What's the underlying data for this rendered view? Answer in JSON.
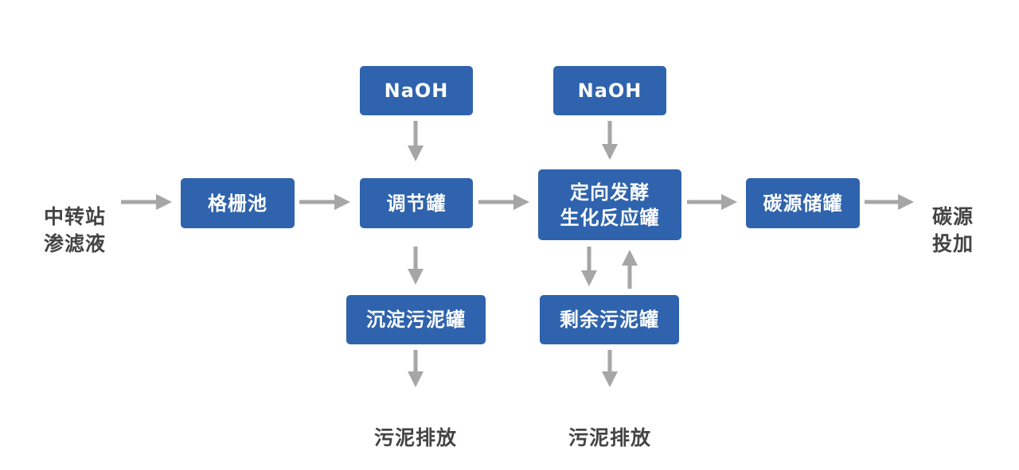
{
  "nodes": {
    "input": "中转站\n渗滤液",
    "screen": "格栅池",
    "naoh_1": "NaOH",
    "adjust": "调节罐",
    "sediment": "沉淀污泥罐",
    "discharge_1": "污泥排放",
    "naoh_2": "NaOH",
    "ferment": "定向发酵\n生化反应罐",
    "excess": "剩余污泥罐",
    "discharge_2": "污泥排放",
    "storage": "碳源储罐",
    "output": "碳源\n投加"
  },
  "colors": {
    "box": "#2f63ad",
    "box_text": "#ffffff",
    "label_text": "#444444",
    "arrow": "#a6a6a6"
  }
}
